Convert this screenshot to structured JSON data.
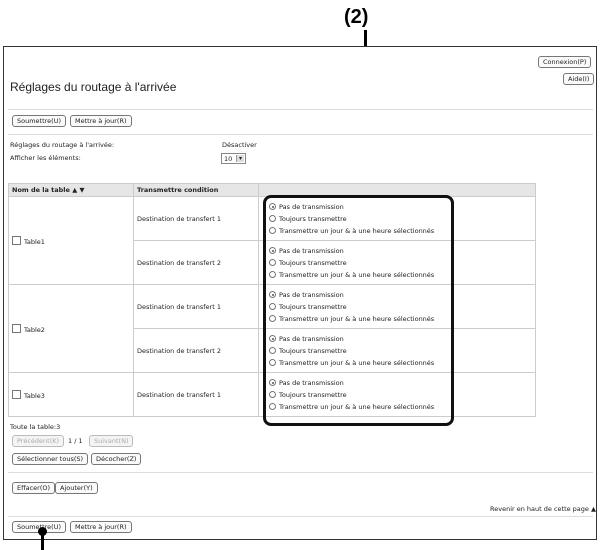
{
  "callout_label": "(2)",
  "header": {
    "title": "Réglages du routage à l'arrivée",
    "connect_label": "Connexion(P)",
    "help_label": "Aide(I)"
  },
  "toolbar_top": {
    "submit_label": "Soumettre(U)",
    "update_label": "Mettre à jour(R)"
  },
  "settings": {
    "routing_label": "Réglages du routage à l'arrivée:",
    "routing_value": "Désactiver",
    "display_label": "Afficher les éléments:",
    "display_value": "10"
  },
  "table": {
    "col_name": "Nom de la table ▲ ▼",
    "col_condition": "Transmettre condition",
    "radio_options": [
      "Pas de transmission",
      "Toujours transmettre",
      "Transmettre un jour & à une heure sélectionnés"
    ],
    "groups": [
      {
        "name": "Table1",
        "rows": [
          {
            "destination": "Destination de transfert 1",
            "selected": 0
          },
          {
            "destination": "Destination de transfert 2",
            "selected": 0
          }
        ]
      },
      {
        "name": "Table2",
        "rows": [
          {
            "destination": "Destination de transfert 1",
            "selected": 0
          },
          {
            "destination": "Destination de transfert 2",
            "selected": 0
          }
        ]
      },
      {
        "name": "Table3",
        "rows": [
          {
            "destination": "Destination de transfert 1",
            "selected": 0
          }
        ]
      }
    ]
  },
  "pagination": {
    "total": "Toute la table:3",
    "prev_label": "Précédent(K)",
    "page_info": "1 / 1",
    "next_label": "Suivant(N)"
  },
  "selection": {
    "select_all_label": "Sélectionner tous(S)",
    "uncheck_label": "Décocher(Z)"
  },
  "actions": {
    "delete_label": "Effacer(O)",
    "add_label": "Ajouter(Y)"
  },
  "back_to_top": "Revenir en haut de cette page ▲",
  "toolbar_bottom": {
    "submit_label": "Soumettre(U)",
    "update_label": "Mettre à jour(R)"
  }
}
